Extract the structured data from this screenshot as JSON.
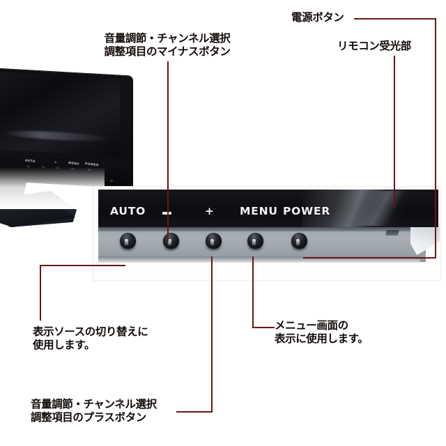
{
  "page": {
    "title": "液晶モニター 操作ボタン説明図",
    "line_color": "#6b1512",
    "text_color": "#120a08"
  },
  "annotations": [
    {
      "id": "minus-button",
      "text": "音量調節・チャンネル選択\n調整項目のマイナスボタン",
      "position": "top-center"
    },
    {
      "id": "power-button",
      "text": "電源ボタン",
      "position": "top-right"
    },
    {
      "id": "remote-receiver",
      "text": "リモコン受光部",
      "position": "top-right"
    },
    {
      "id": "source-switch",
      "text": "表示ソースの切り替えに\n使用します。",
      "position": "bottom-left"
    },
    {
      "id": "menu-display",
      "text": "メニュー画面の\n表示に使用します。",
      "position": "bottom-right"
    },
    {
      "id": "plus-button",
      "text": "音量調節・チャンネル選択\n調整項目のプラスボタン",
      "position": "bottom-center"
    }
  ],
  "control_panel": {
    "labels": [
      {
        "id": "auto",
        "text": "AUTO"
      },
      {
        "id": "minus",
        "text": "--"
      },
      {
        "id": "plus",
        "text": "+"
      },
      {
        "id": "menu",
        "text": "MENU"
      },
      {
        "id": "power",
        "text": "POWER"
      }
    ],
    "indicator": {
      "id": "ir-dash",
      "text": ""
    },
    "buttons": [
      {
        "id": "button-auto"
      },
      {
        "id": "button-minus"
      },
      {
        "id": "button-plus"
      },
      {
        "id": "button-menu"
      },
      {
        "id": "button-power"
      }
    ]
  }
}
